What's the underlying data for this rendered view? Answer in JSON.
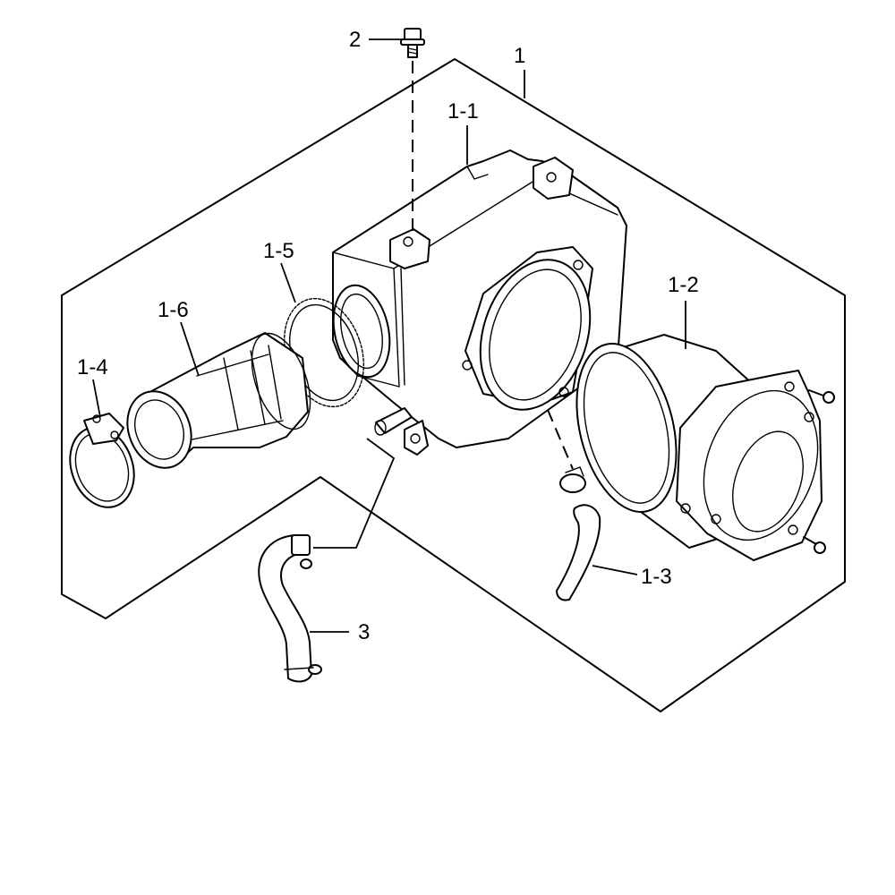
{
  "callouts": {
    "assembly": "1",
    "case": "1-1",
    "element": "1-2",
    "drain_hose": "1-3",
    "clamp": "1-4",
    "seal_ring": "1-5",
    "inlet_duct": "1-6",
    "bolt": "2",
    "breather_hose": "3"
  }
}
